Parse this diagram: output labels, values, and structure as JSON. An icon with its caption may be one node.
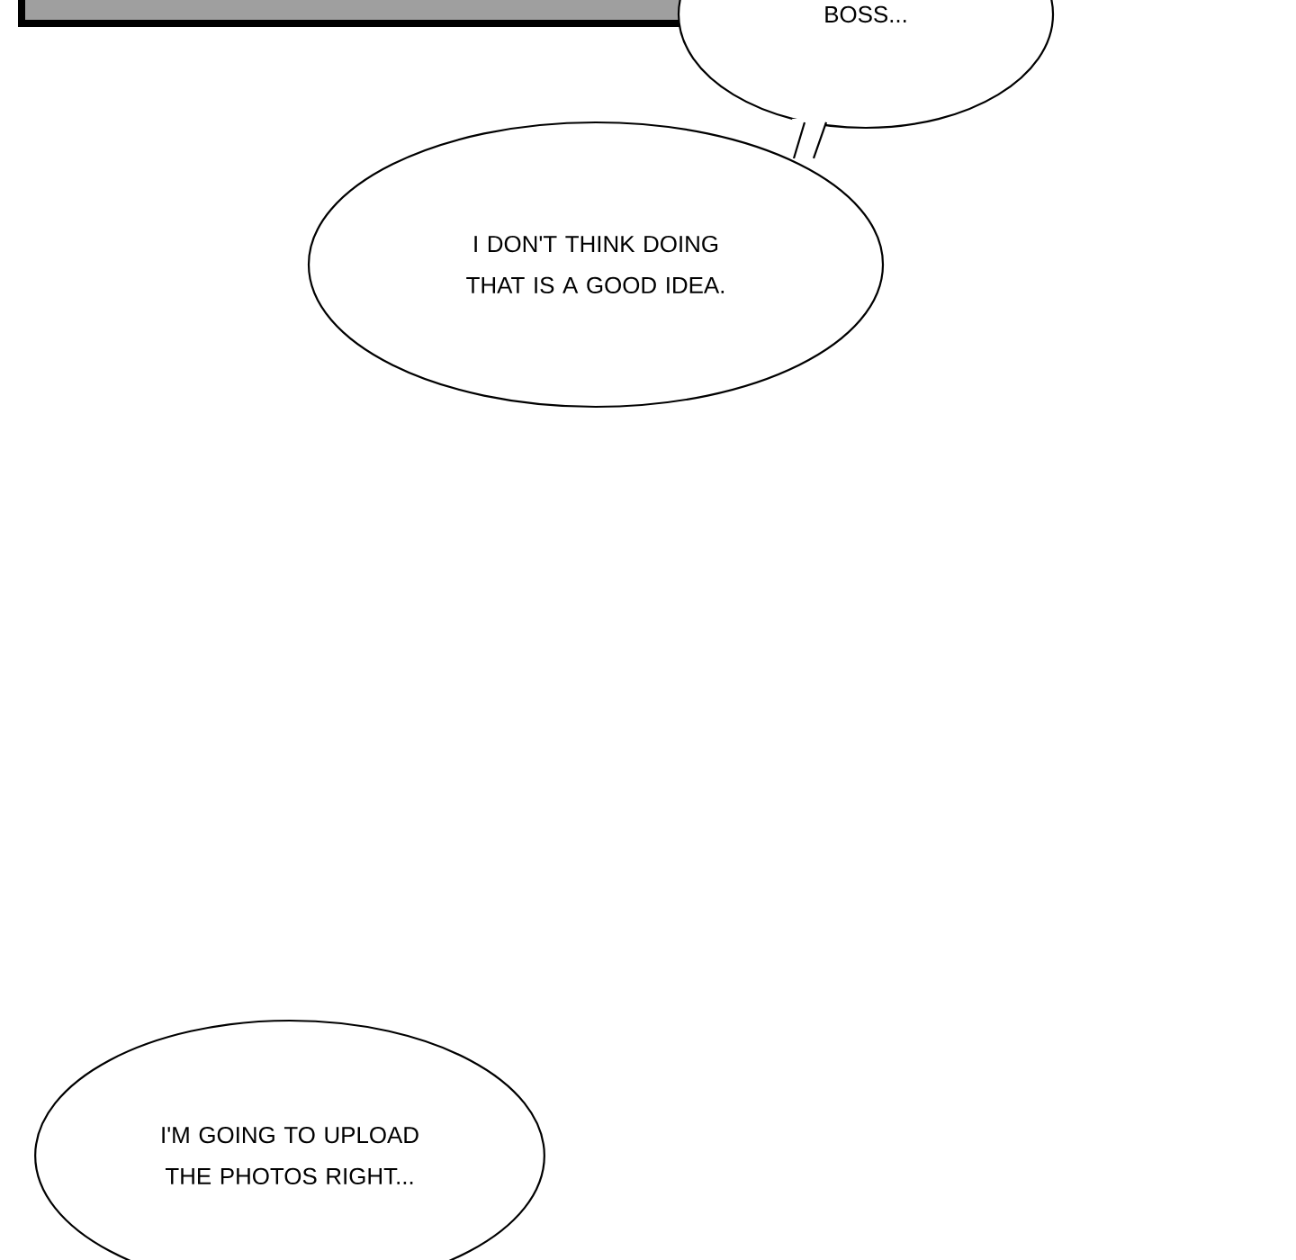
{
  "diagram": {
    "nodes": [
      {
        "text": [
          "BOSS..."
        ]
      },
      {
        "text": [
          "I DON'T THINK DOING THAT IS A GOOD IDEA."
        ]
      },
      {
        "text": [
          "I'M GOING TO UPLOAD THE PHOTOS RIGHT..."
        ]
      }
    ]
  }
}
